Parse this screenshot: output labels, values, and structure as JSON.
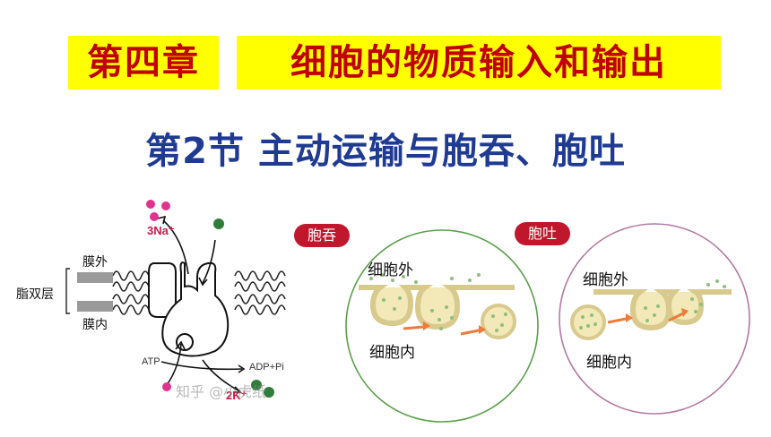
{
  "header": {
    "chapter": "第四章",
    "chapter_title": "细胞的物质输入和输出",
    "section": "第2节 主动运输与胞吞、胞吐"
  },
  "pump_diagram": {
    "outside_label": "膜外",
    "inside_label": "膜内",
    "bilayer_label": "脂双层",
    "sodium_label": "3Na⁺",
    "potassium_label": "2K⁺",
    "atp_label": "ATP",
    "adp_label": "ADP+Pi",
    "watermark": "知乎 @小虎纸"
  },
  "endocytosis": {
    "tag": "胞吞",
    "outside_label": "细胞外",
    "inside_label": "细胞内"
  },
  "exocytosis": {
    "tag": "胞吐",
    "outside_label": "细胞外",
    "inside_label": "细胞内"
  },
  "colors": {
    "chapter_bg": "#ffff00",
    "chapter_text": "#c00000",
    "section_text": "#1f3a93",
    "tag_bg": "#c0172c",
    "sodium": "#e0338f",
    "potassium": "#2e7d3a",
    "endo_circle": "#5a9e4a",
    "exo_circle": "#b27aa3",
    "vesicle_fill": "#f3e9b8",
    "dot": "#8cc07a",
    "arrow": "#ee7b3a"
  }
}
